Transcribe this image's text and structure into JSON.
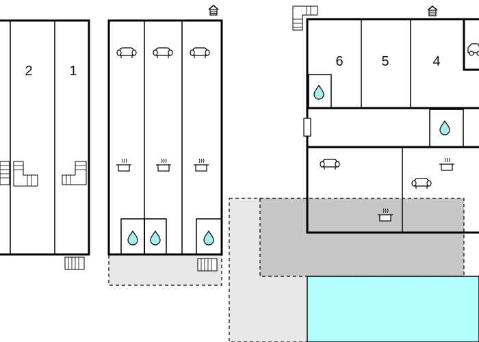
{
  "colors": {
    "pool": "#b3ffff",
    "covered_terrace": "#c6c6c6",
    "terrace": "#e8e8e8",
    "water_drop": "#a8eef0",
    "wall": "#000000"
  },
  "room_numbers": [
    "2",
    "1",
    "6",
    "5",
    "4"
  ],
  "icons": [
    "sofa-icon",
    "cooking-pot-icon",
    "water-drop-icon",
    "staircase-icon",
    "house-icon",
    "car-icon",
    "window-icon"
  ]
}
